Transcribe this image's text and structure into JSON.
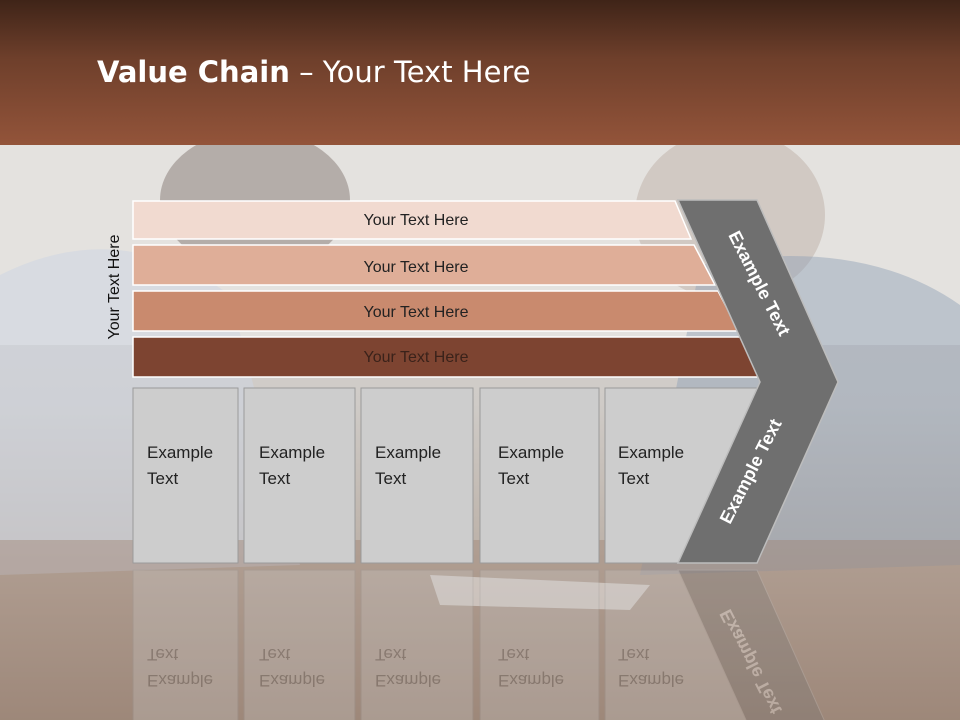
{
  "title": {
    "bold": "Value Chain",
    "rest": " – Your Text Here"
  },
  "side_label": "Your Text Here",
  "bands": [
    {
      "text": "Your Text Here",
      "color": "#f1dad0"
    },
    {
      "text": "Your Text Here",
      "color": "#dfae98"
    },
    {
      "text": "Your Text Here",
      "color": "#c98a6e"
    },
    {
      "text": "Your Text Here",
      "color": "#7d4431"
    }
  ],
  "boxes": [
    {
      "line1": "Example",
      "line2": "Text"
    },
    {
      "line1": "Example",
      "line2": "Text"
    },
    {
      "line1": "Example",
      "line2": "Text"
    },
    {
      "line1": "Example",
      "line2": "Text"
    },
    {
      "line1": "Example",
      "line2": "Text"
    }
  ],
  "chevron_upper": "Example Text",
  "chevron_lower": "Example Text",
  "colors": {
    "box_fill": "#cdcdcd",
    "box_stroke": "#9a9a9a",
    "chevron_fill": "#6f6f6f",
    "chevron_stroke": "#bdbdbd"
  }
}
